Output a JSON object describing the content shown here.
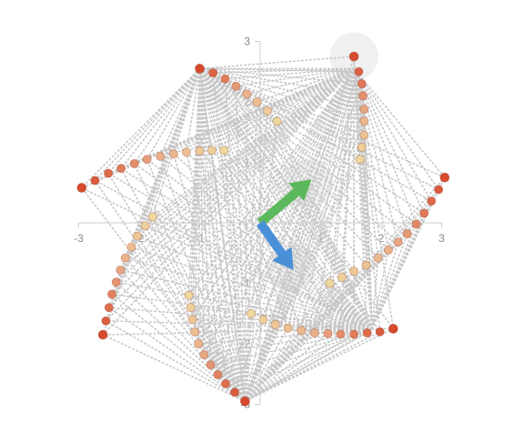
{
  "chart_data": {
    "type": "scatter",
    "title": "",
    "xlabel": "",
    "ylabel": "",
    "xlim": [
      -3,
      3
    ],
    "ylim": [
      -3,
      3
    ],
    "grid": false,
    "axis_ticks": {
      "x": [
        -3,
        -2,
        -1,
        1,
        2,
        3
      ],
      "x_labels": [
        "-3",
        "-2",
        "-1",
        "1",
        "2",
        "3"
      ],
      "y": [
        -3,
        -2,
        -1,
        1,
        2,
        3
      ],
      "y_labels": [
        "-3",
        "-2",
        "-1",
        "1",
        "2",
        "3"
      ]
    },
    "vectors": [
      {
        "label": "",
        "from": [
          0,
          0
        ],
        "to": [
          0.85,
          0.72
        ],
        "color": "#5cb85c"
      },
      {
        "label": "",
        "from": [
          0,
          0
        ],
        "to": [
          0.55,
          -0.78
        ],
        "color": "#4a90d9"
      }
    ],
    "highlight_circles": [
      {
        "center": [
          1.55,
          2.75
        ],
        "r": 0.4
      },
      {
        "center": [
          0.8,
          0.65
        ],
        "r": 0.4
      },
      {
        "center": [
          0.5,
          -0.75
        ],
        "r": 0.4
      }
    ],
    "polygons": [
      {
        "vertices": [
          [
            -1.0,
            2.55
          ],
          [
            1.55,
            2.55
          ],
          [
            1.85,
            -1.75
          ],
          [
            -0.25,
            -2.95
          ]
        ]
      }
    ],
    "point_colors": {
      "end": "#d64a2e",
      "mid": "#e9b08a",
      "center": "#eed89e"
    },
    "point_trails": [
      {
        "name": "",
        "points": [
          [
            -1.0,
            2.55
          ],
          [
            -0.78,
            2.48
          ],
          [
            -0.58,
            2.38
          ],
          [
            -0.4,
            2.26
          ],
          [
            -0.22,
            2.13
          ],
          [
            -0.05,
            2.0
          ],
          [
            0.12,
            1.85
          ],
          [
            0.28,
            1.68
          ]
        ]
      },
      {
        "name": "",
        "points": [
          [
            1.55,
            2.75
          ],
          [
            1.63,
            2.5
          ],
          [
            1.68,
            2.3
          ],
          [
            1.7,
            2.1
          ],
          [
            1.72,
            1.88
          ],
          [
            1.72,
            1.68
          ],
          [
            1.72,
            1.45
          ],
          [
            1.68,
            1.25
          ],
          [
            1.65,
            1.05
          ]
        ]
      },
      {
        "name": "",
        "points": [
          [
            3.05,
            0.75
          ],
          [
            2.95,
            0.55
          ],
          [
            2.83,
            0.36
          ],
          [
            2.71,
            0.16
          ],
          [
            2.58,
            -0.02
          ],
          [
            2.43,
            -0.18
          ],
          [
            2.28,
            -0.32
          ],
          [
            2.12,
            -0.45
          ],
          [
            1.95,
            -0.58
          ],
          [
            1.75,
            -0.7
          ],
          [
            1.55,
            -0.8
          ],
          [
            1.35,
            -0.9
          ],
          [
            1.15,
            -1.0
          ]
        ]
      },
      {
        "name": "",
        "points": [
          [
            2.2,
            -1.75
          ],
          [
            1.98,
            -1.8
          ],
          [
            1.77,
            -1.82
          ],
          [
            1.55,
            -1.84
          ],
          [
            1.33,
            -1.84
          ],
          [
            1.12,
            -1.83
          ],
          [
            0.9,
            -1.82
          ],
          [
            0.68,
            -1.78
          ],
          [
            0.46,
            -1.74
          ],
          [
            0.25,
            -1.68
          ],
          [
            0.05,
            -1.6
          ],
          [
            -0.15,
            -1.5
          ]
        ]
      },
      {
        "name": "",
        "points": [
          [
            -0.25,
            -2.95
          ],
          [
            -0.42,
            -2.8
          ],
          [
            -0.57,
            -2.66
          ],
          [
            -0.7,
            -2.51
          ],
          [
            -0.82,
            -2.35
          ],
          [
            -0.93,
            -2.18
          ],
          [
            -1.02,
            -2.0
          ],
          [
            -1.08,
            -1.8
          ],
          [
            -1.12,
            -1.6
          ],
          [
            -1.15,
            -1.4
          ],
          [
            -1.18,
            -1.2
          ]
        ]
      },
      {
        "name": "",
        "points": [
          [
            -2.6,
            -1.85
          ],
          [
            -2.55,
            -1.62
          ],
          [
            -2.5,
            -1.4
          ],
          [
            -2.45,
            -1.18
          ],
          [
            -2.38,
            -0.98
          ],
          [
            -2.31,
            -0.78
          ],
          [
            -2.23,
            -0.58
          ],
          [
            -2.13,
            -0.4
          ],
          [
            -2.03,
            -0.22
          ],
          [
            -1.9,
            -0.05
          ],
          [
            -1.78,
            0.1
          ]
        ]
      },
      {
        "name": "",
        "points": [
          [
            -2.95,
            0.58
          ],
          [
            -2.73,
            0.7
          ],
          [
            -2.51,
            0.82
          ],
          [
            -2.3,
            0.9
          ],
          [
            -2.08,
            0.98
          ],
          [
            -1.87,
            1.05
          ],
          [
            -1.65,
            1.1
          ],
          [
            -1.43,
            1.14
          ],
          [
            -1.22,
            1.17
          ],
          [
            -1.0,
            1.19
          ],
          [
            -0.8,
            1.2
          ],
          [
            -0.6,
            1.2
          ]
        ]
      }
    ]
  }
}
